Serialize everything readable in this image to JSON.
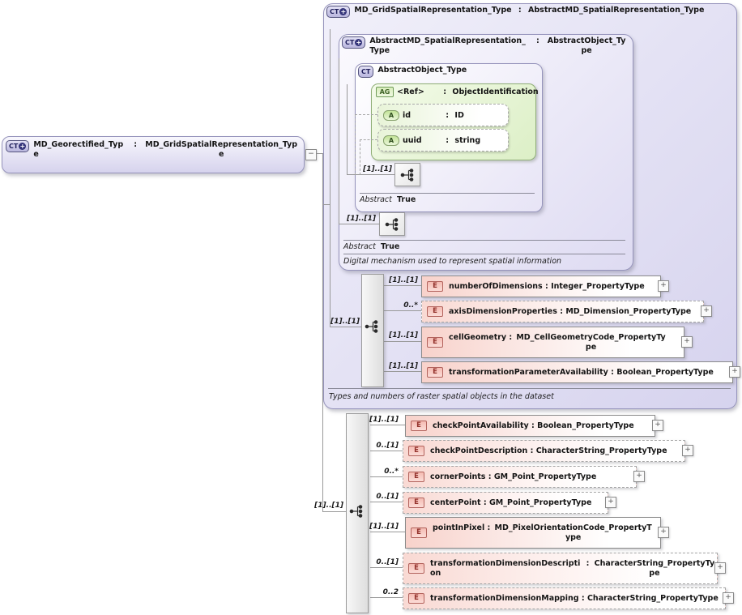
{
  "sep": " : ",
  "badges": {
    "ct": "CT",
    "e": "E",
    "a": "A",
    "ag": "AG",
    "expand": "+",
    "collapse": "−",
    "derive_plus": "+"
  },
  "root_box": {
    "name": "MD_Georectified_Type",
    "type": "MD_GridSpatialRepresentation_Type"
  },
  "parent_box": {
    "name": "MD_GridSpatialRepresentation_Type",
    "type": "AbstractMD_SpatialRepresentation_Type",
    "occurrence": "[1]..[1]",
    "annotation": "Types and numbers of raster spatial objects in the dataset",
    "elements": [
      {
        "occurrence": "[1]..[1]",
        "name": "numberOfDimensions",
        "type": "Integer_PropertyType"
      },
      {
        "occurrence": "0..*",
        "name": "axisDimensionProperties",
        "type": "MD_Dimension_PropertyType"
      },
      {
        "occurrence": "[1]..[1]",
        "name": "cellGeometry",
        "type": "MD_CellGeometryCode_PropertyType"
      },
      {
        "occurrence": "[1]..[1]",
        "name": "transformationParameterAvailability",
        "type": "Boolean_PropertyType"
      }
    ],
    "base": {
      "name": "AbstractMD_SpatialRepresentation_Type",
      "type": "AbstractObject_Type",
      "occurrence": "[1]..[1]",
      "abstract_label": "Abstract",
      "abstract_value": "True",
      "annotation": "Digital mechanism used to represent spatial information",
      "base": {
        "name": "AbstractObject_Type",
        "occurrence": "[1]..[1]",
        "abstract_label": "Abstract",
        "abstract_value": "True",
        "attribute_group": {
          "name": "<Ref>",
          "type": "ObjectIdentification",
          "attributes": [
            {
              "name": "id",
              "type": "ID"
            },
            {
              "name": "uuid",
              "type": "string"
            }
          ]
        }
      }
    }
  },
  "own_elements": {
    "occurrence": "[1]..[1]",
    "items": [
      {
        "occurrence": "[1]..[1]",
        "name": "checkPointAvailability",
        "type": "Boolean_PropertyType"
      },
      {
        "occurrence": "0..[1]",
        "name": "checkPointDescription",
        "type": "CharacterString_PropertyType"
      },
      {
        "occurrence": "0..*",
        "name": "cornerPoints",
        "type": "GM_Point_PropertyType"
      },
      {
        "occurrence": "0..[1]",
        "name": "centerPoint",
        "type": "GM_Point_PropertyType"
      },
      {
        "occurrence": "[1]..[1]",
        "name": "pointInPixel",
        "type": "MD_PixelOrientationCode_PropertyType"
      },
      {
        "occurrence": "0..[1]",
        "name": "transformationDimensionDescription",
        "type": "CharacterString_PropertyType"
      },
      {
        "occurrence": "0..2",
        "name": "transformationDimensionMapping",
        "type": "CharacterString_PropertyType"
      }
    ]
  }
}
